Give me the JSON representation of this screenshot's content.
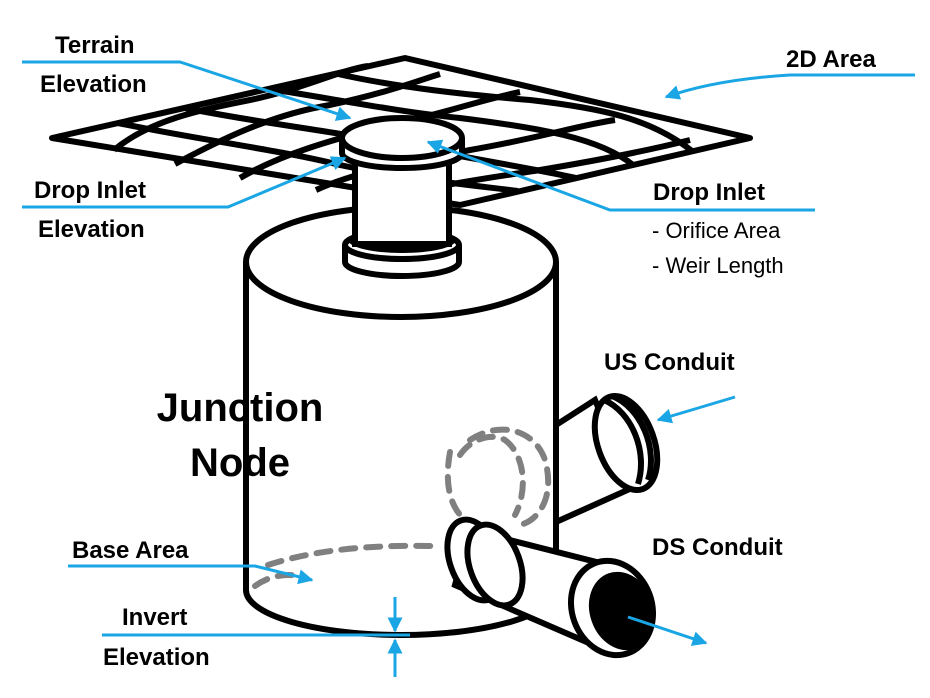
{
  "labels": {
    "terrain_elevation_line1": "Terrain",
    "terrain_elevation_line2": "Elevation",
    "area_2d": "2D Area",
    "drop_inlet_elevation_line1": "Drop Inlet",
    "drop_inlet_elevation_line2": "Elevation",
    "drop_inlet": "Drop Inlet",
    "drop_inlet_items": [
      "- Orifice Area",
      "- Weir Length"
    ],
    "us_conduit": "US Conduit",
    "junction_node_line1": "Junction",
    "junction_node_line2": "Node",
    "ds_conduit": "DS Conduit",
    "base_area": "Base Area",
    "invert_elevation_line1": "Invert",
    "invert_elevation_line2": "Elevation"
  },
  "colors": {
    "accent": "#1AA6E4",
    "outline": "#000000",
    "hidden": "#808080"
  }
}
